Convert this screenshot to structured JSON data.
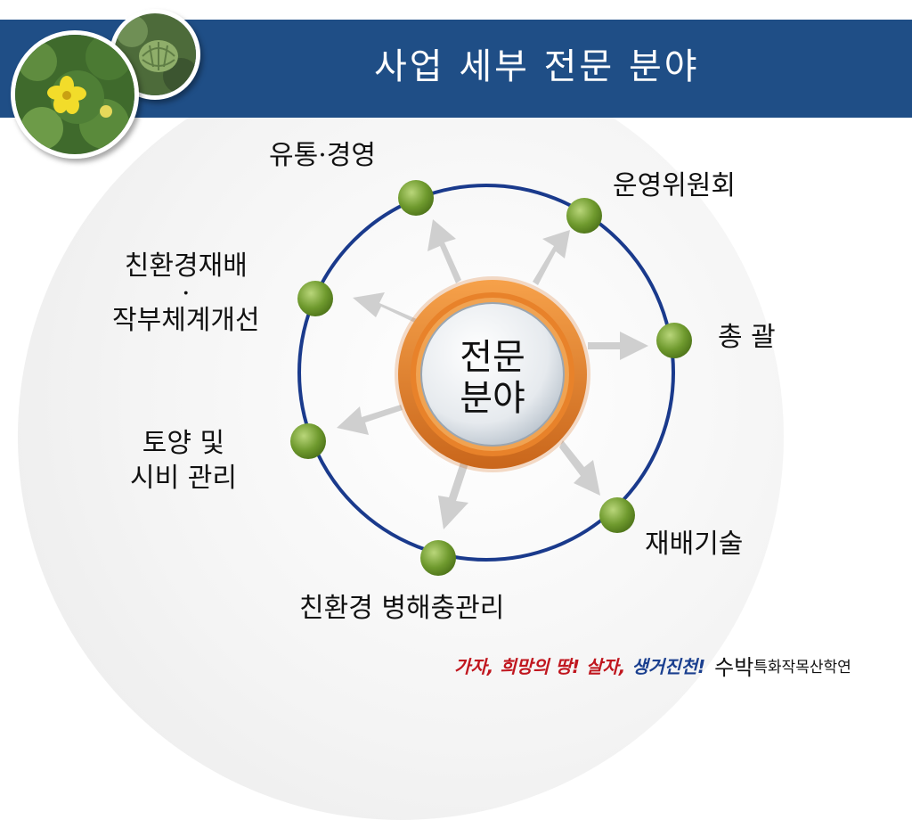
{
  "slide": {
    "title": "사업 세부 전문 분야",
    "center": {
      "line1": "전문",
      "line2": "분야"
    },
    "nodes": [
      {
        "label": "유통·경영"
      },
      {
        "label": "운영위원회"
      },
      {
        "label": "친환경재배\n·\n작부체계개선"
      },
      {
        "label": "총 괄"
      },
      {
        "label": "토양 및\n시비 관리"
      },
      {
        "label": "재배기술"
      },
      {
        "label": "친환경 병해충관리"
      }
    ],
    "footer": {
      "slogan_part1": "가자, 희망의 땅! 살자, ",
      "slogan_part2": "생거진천!",
      "org_big": "수박",
      "org_small": "특화작목산학연"
    }
  },
  "colors": {
    "header": "#1f4e86",
    "ring": "#1a3a8c",
    "node": "#6f9a2e",
    "center_outer": "#e8822a",
    "arrow": "#c8c8c8"
  }
}
